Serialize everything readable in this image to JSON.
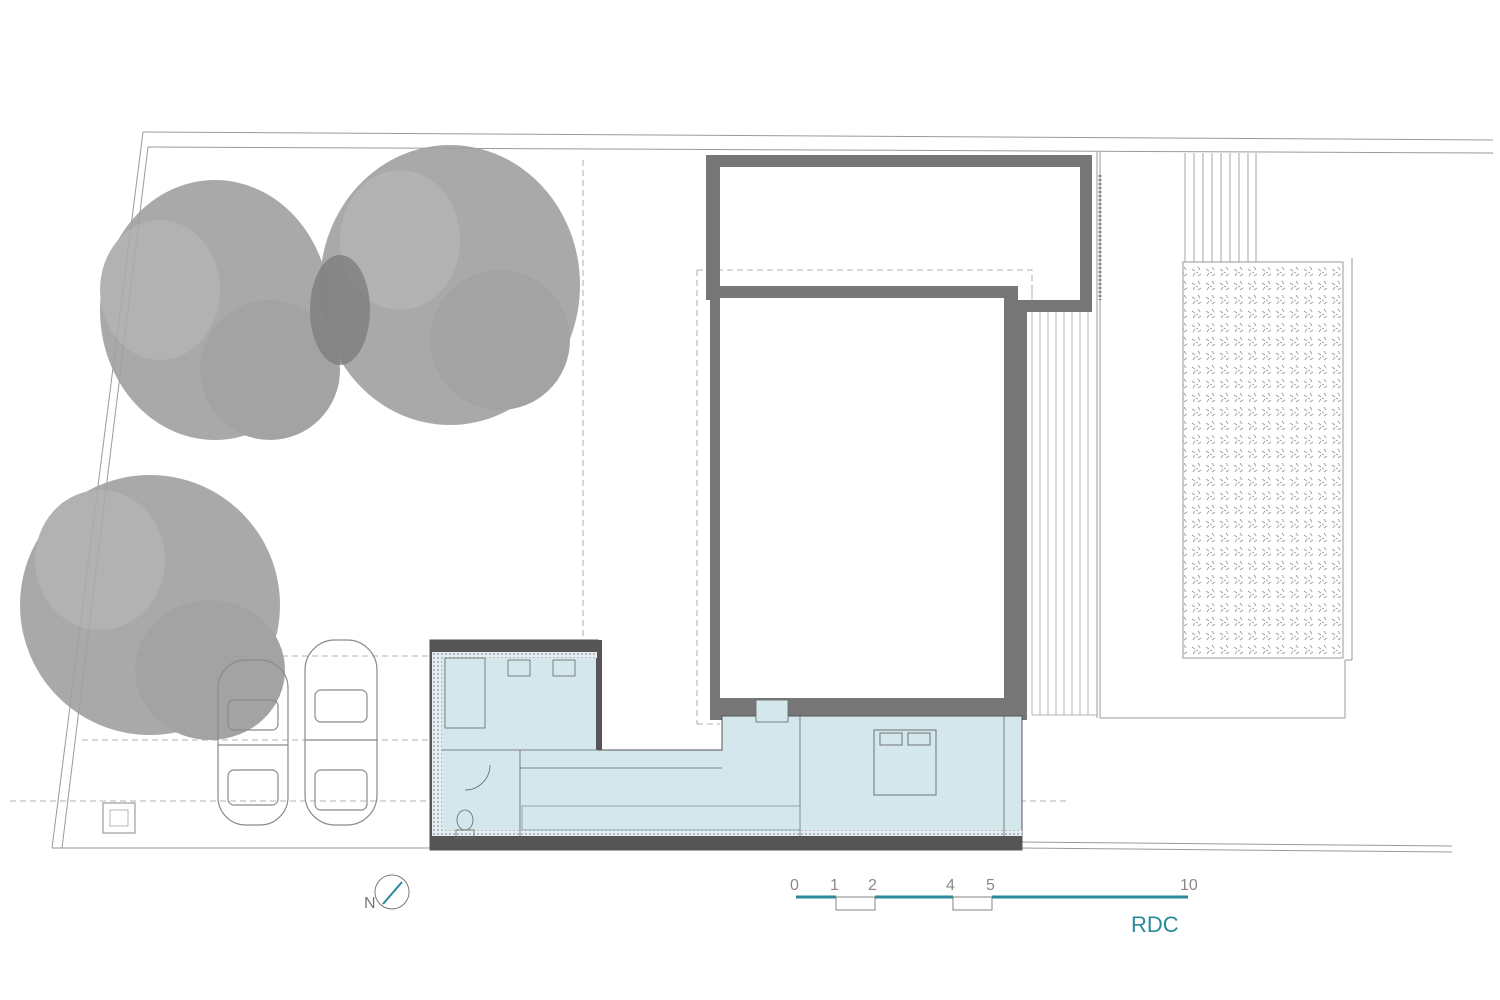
{
  "compass": {
    "label": "N"
  },
  "scale_bar": {
    "ticks": [
      "0",
      "1",
      "2",
      "4",
      "5",
      "10"
    ],
    "level_label": "RDC"
  },
  "colors": {
    "wall": "#777777",
    "accent": "#2a8a99",
    "highlight_fill": "#d3e7ec",
    "tree": "#9e9e9e",
    "line": "#9a9a9a"
  },
  "icons": [
    "north-compass-icon",
    "tree-icon",
    "car-icon",
    "sink-icon",
    "toilet-icon",
    "bed-icon"
  ]
}
